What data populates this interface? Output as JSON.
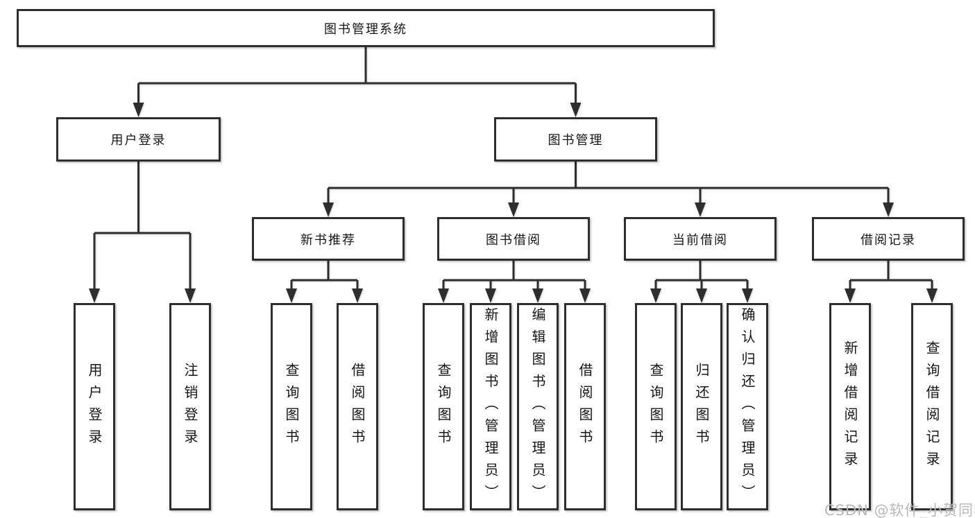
{
  "diagram": {
    "root": {
      "label": "图书管理系统"
    },
    "level2": [
      {
        "label": "用户登录"
      },
      {
        "label": "图书管理"
      }
    ],
    "level3": [
      {
        "label": "新书推荐",
        "parent": "图书管理"
      },
      {
        "label": "图书借阅",
        "parent": "图书管理"
      },
      {
        "label": "当前借阅",
        "parent": "图书管理"
      },
      {
        "label": "借阅记录",
        "parent": "图书管理"
      }
    ],
    "leaves": [
      {
        "label": "用户登录",
        "parent": "用户登录"
      },
      {
        "label": "注销登录",
        "parent": "用户登录"
      },
      {
        "label": "查询图书",
        "parent": "新书推荐"
      },
      {
        "label": "借阅图书",
        "parent": "新书推荐"
      },
      {
        "label": "查询图书",
        "parent": "图书借阅"
      },
      {
        "label": "新增图书（管理员）",
        "parent": "图书借阅"
      },
      {
        "label": "编辑图书（管理员）",
        "parent": "图书借阅"
      },
      {
        "label": "借阅图书",
        "parent": "图书借阅"
      },
      {
        "label": "查询图书",
        "parent": "当前借阅"
      },
      {
        "label": "归还图书",
        "parent": "当前借阅"
      },
      {
        "label": "确认归还（管理员）",
        "parent": "当前借阅"
      },
      {
        "label": "新增借阅记录",
        "parent": "借阅记录"
      },
      {
        "label": "查询借阅记录",
        "parent": "借阅记录"
      }
    ],
    "colors": {
      "line": "#2e2e2e",
      "box_border": "#2e2e2e",
      "text": "#161616",
      "background": "#ffffff",
      "watermark": "#b9b9b9"
    }
  },
  "watermark": {
    "text": "CSDN @软件_小贺同学"
  }
}
